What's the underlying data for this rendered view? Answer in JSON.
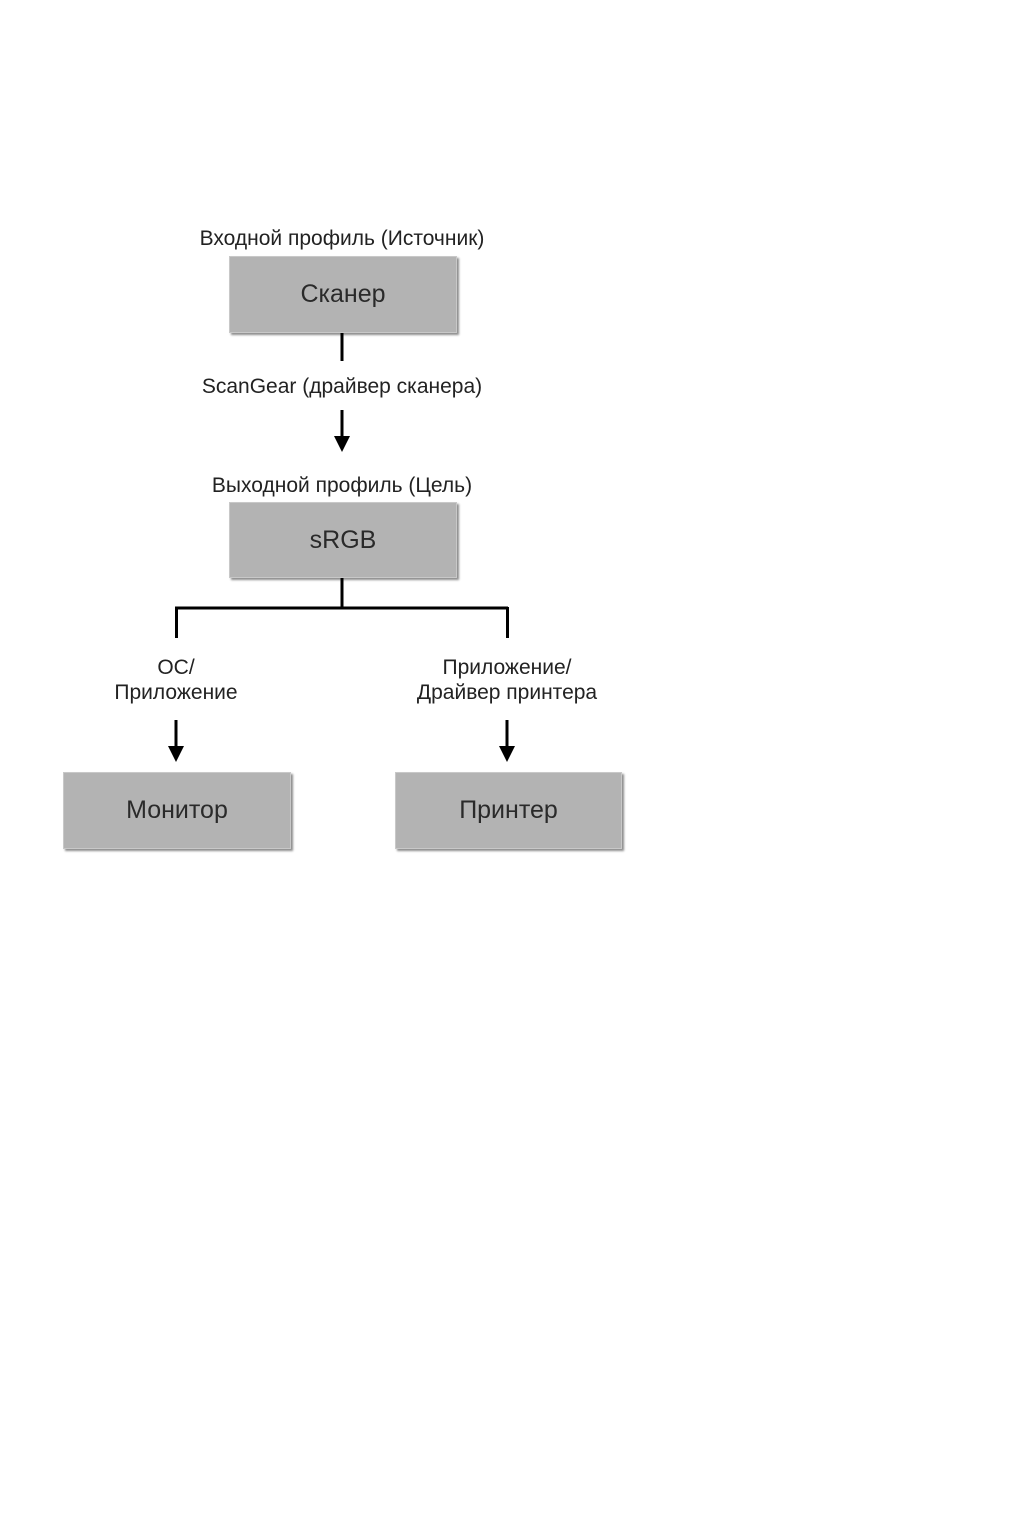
{
  "input_profile_label": "Входной профиль (Источник)",
  "scanner_box": "Сканер",
  "driver_label": "ScanGear (драйвер сканера)",
  "output_profile_label": "Выходной профиль (Цель)",
  "srgb_box": "sRGB",
  "left_branch_label": {
    "line1": "ОС/",
    "line2": "Приложение"
  },
  "right_branch_label": {
    "line1": "Приложение/",
    "line2": "Драйвер принтера"
  },
  "monitor_box": "Монитор",
  "printer_box": "Принтер",
  "colors": {
    "box_fill": "#b3b3b3",
    "line": "#000000",
    "text": "#222222"
  }
}
